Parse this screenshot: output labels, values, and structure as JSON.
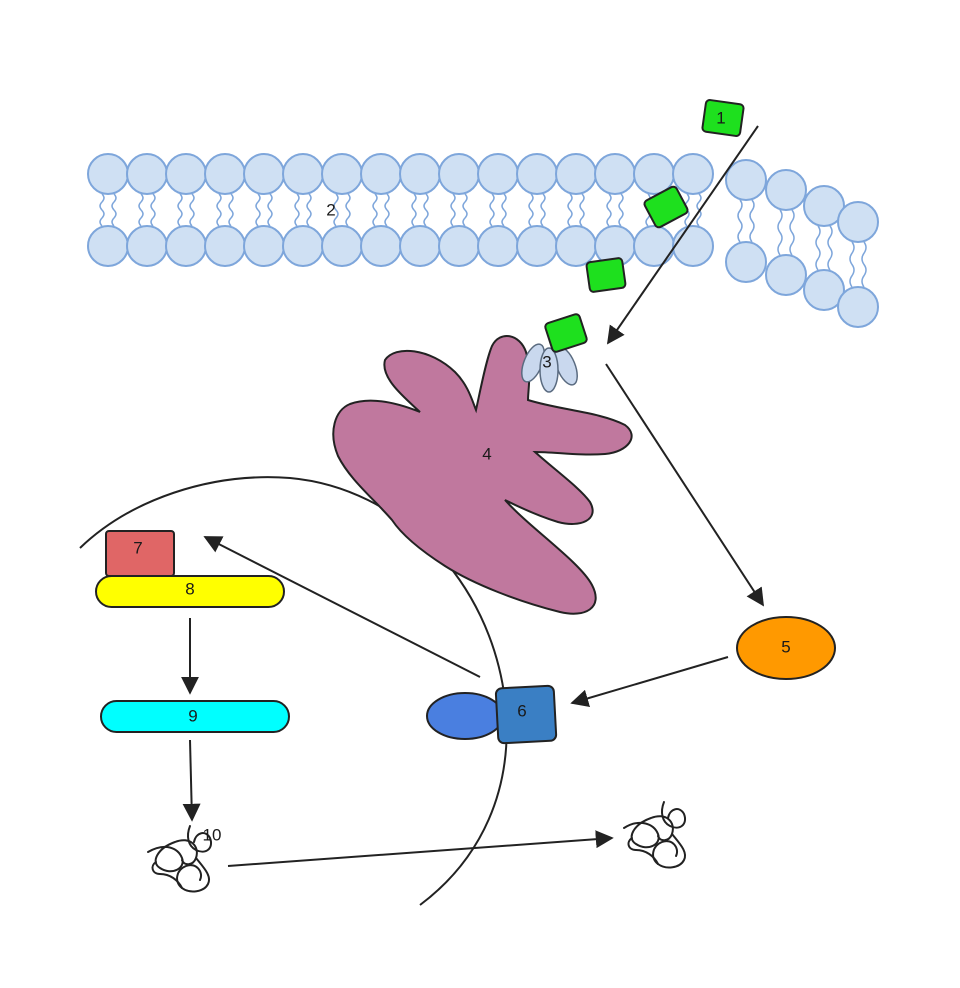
{
  "diagram": {
    "labels": {
      "l1": "1",
      "l2": "2",
      "l3": "3",
      "l4": "4",
      "l5": "5",
      "l6": "6",
      "l7": "7",
      "l8": "8",
      "l9": "9",
      "l10": "10"
    },
    "colors": {
      "lipid_head_fill": "#cfe0f3",
      "lipid_head_stroke": "#7ea6db",
      "ligand": "#1ee01e",
      "receptor": "#c9d8ee",
      "protein_4": "#c0789e",
      "molecule_5": "#ff9900",
      "molecule_6_left": "#4a7fe0",
      "molecule_6_right": "#3a7fc4",
      "molecule_7": "#e06666",
      "molecule_8": "#ffff00",
      "molecule_9": "#00ffff"
    }
  }
}
